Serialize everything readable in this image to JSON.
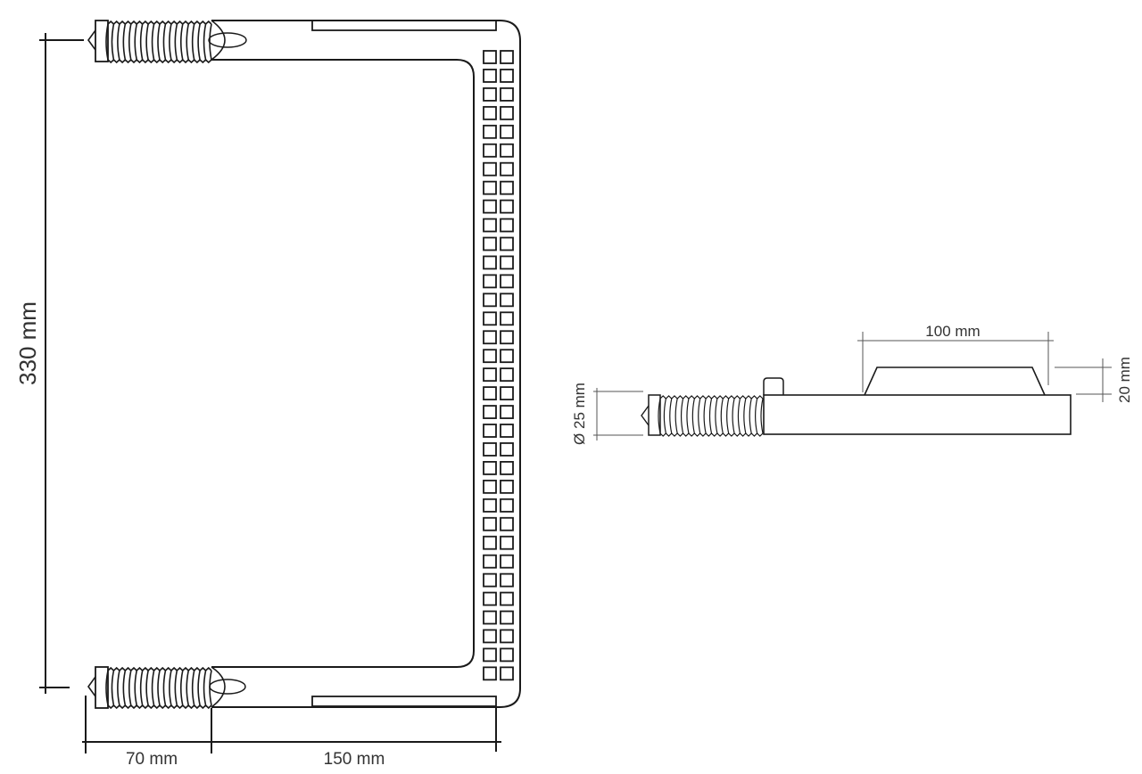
{
  "diagram": {
    "title": "",
    "views": [
      {
        "name": "top-view",
        "description": "U-shaped frame with two threaded bolts and a double column of square vents"
      },
      {
        "name": "side-view",
        "description": "Side profile with threaded bolt, base plate and raised trapezoid"
      }
    ],
    "dimensions": {
      "height": "330 mm",
      "bolt_length": "70 mm",
      "frame_depth": "150 mm",
      "top_length": "100 mm",
      "top_height": "20 mm",
      "diameter": "Ø 25 mm"
    },
    "vent_grid": {
      "columns": 2,
      "rows": 34
    },
    "colors": {
      "line": "#1a1a1a",
      "dim_line": "#555555",
      "text": "#333333",
      "background": "#ffffff"
    }
  }
}
